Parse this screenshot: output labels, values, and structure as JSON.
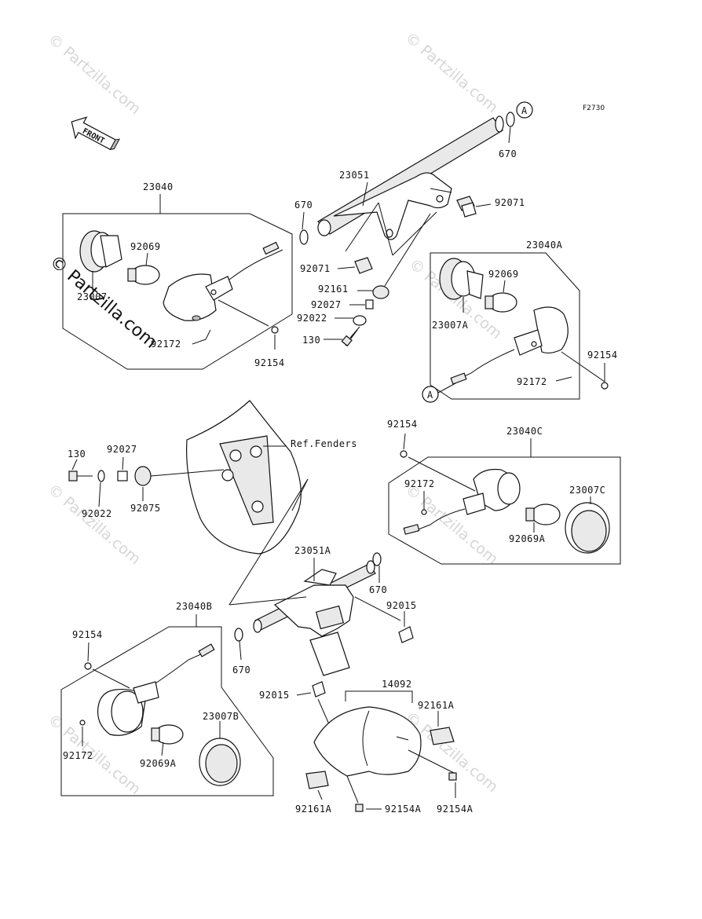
{
  "diagram_code": "F2730",
  "front_arrow_label": "FRONT",
  "reference_label": "Ref.Fenders",
  "connector_marker": "A",
  "watermarks": {
    "side": "© Partzilla.com",
    "repeat": "© Partzilla.com"
  },
  "parts": {
    "p23040": "23040",
    "p23051": "23051",
    "p670_top": "670",
    "p670_a": "670",
    "p92071_right": "92071",
    "p92071_left": "92071",
    "p92069_left": "92069",
    "p23007": "23007",
    "p92172_left": "92172",
    "p92154_left": "92154",
    "p92161": "92161",
    "p92027_top": "92027",
    "p92022_top": "92022",
    "p130_top": "130",
    "p23040A": "23040A",
    "p92069_A": "92069",
    "p23007A": "23007A",
    "p92154_A": "92154",
    "p92172_A": "92172",
    "p130_mid": "130",
    "p92027_mid": "92027",
    "p92022_mid": "92022",
    "p92075": "92075",
    "p92154_C": "92154",
    "p23040C": "23040C",
    "p92172_C": "92172",
    "p23007C": "23007C",
    "p92069A_C": "92069A",
    "p23051A": "23051A",
    "p670_C": "670",
    "p92015_a": "92015",
    "p23040B": "23040B",
    "p92154_B": "92154",
    "p670_B": "670",
    "p92015_b": "92015",
    "p14092": "14092",
    "p92161A_r": "92161A",
    "p92172_B": "92172",
    "p92069A_B": "92069A",
    "p23007B": "23007B",
    "p92154A_r": "92154A",
    "p92161A_l": "92161A",
    "p92154A_l": "92154A"
  }
}
